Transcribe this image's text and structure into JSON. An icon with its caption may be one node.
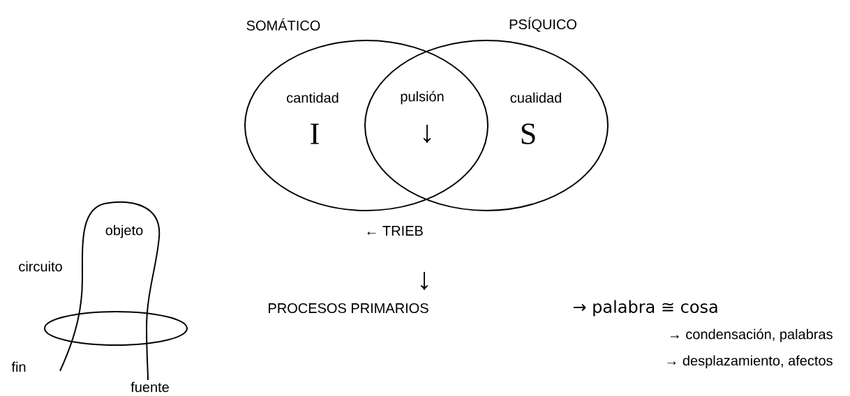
{
  "diagram": {
    "nodes": [
      {
        "text": [
          "SOMÁTICO",
          "cantidad",
          "I"
        ]
      },
      {
        "text": [
          "PSÍQUICO",
          "cualidad",
          "S"
        ]
      }
    ],
    "labels": [
      "pulsión",
      "↓",
      "← TRIEB",
      "↓",
      "PROCESOS PRIMARIOS",
      "→ palabra ≅ cosa",
      "→ condensación, palabras",
      "→ desplazamiento, afectos",
      "objeto",
      "circuito",
      "fin",
      "fuente"
    ]
  }
}
